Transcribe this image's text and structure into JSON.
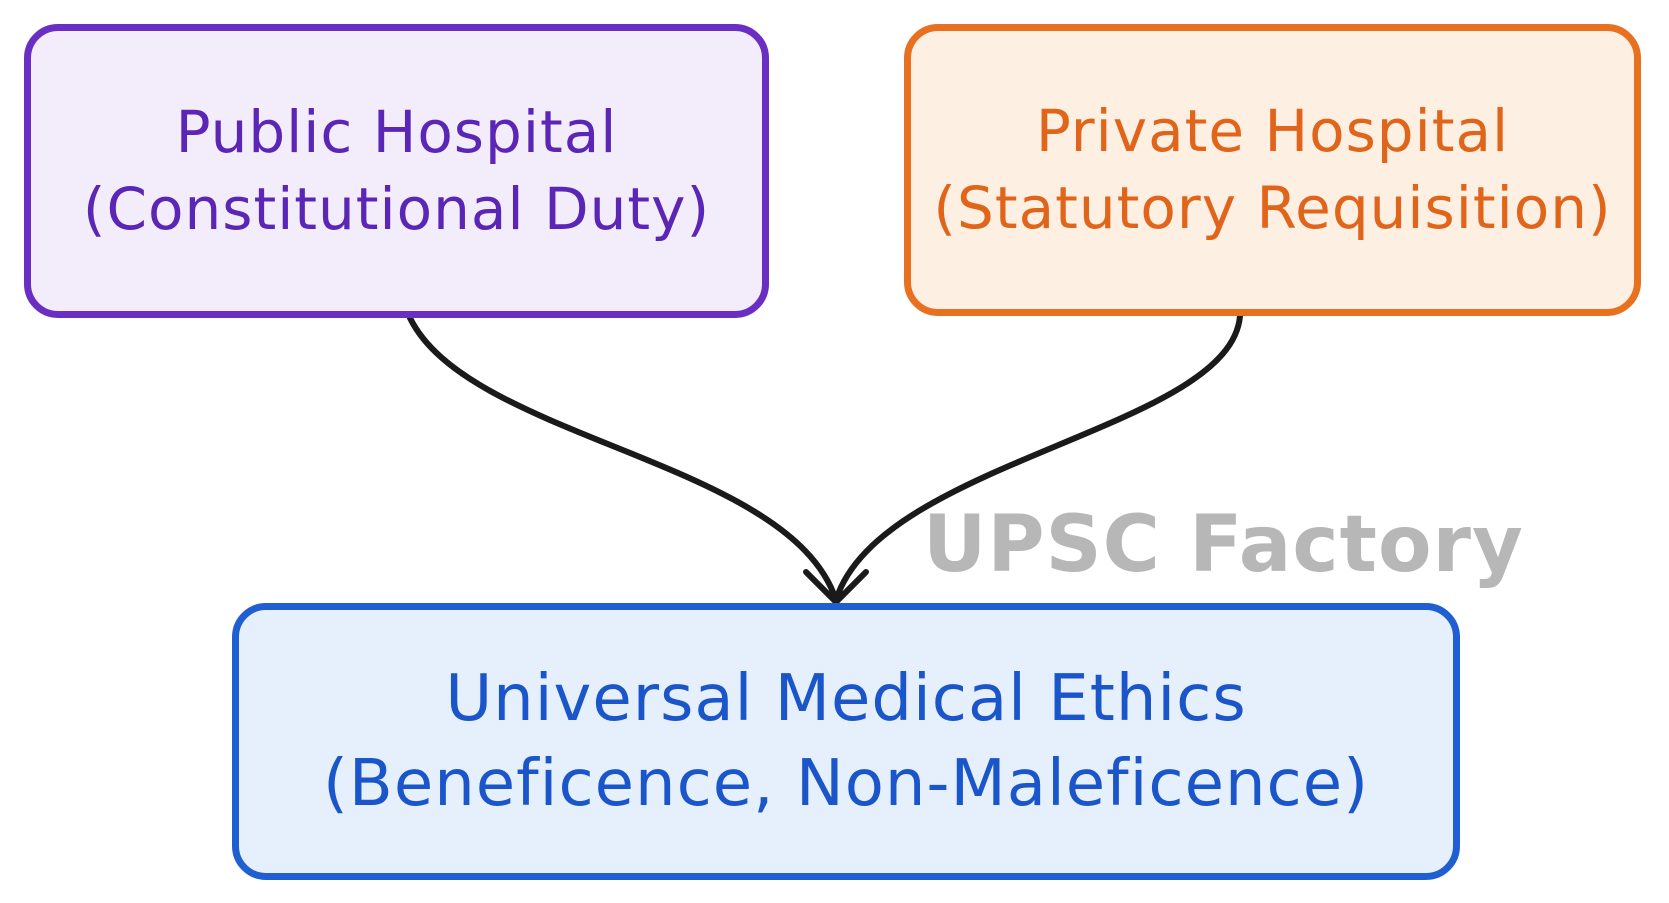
{
  "diagram": {
    "nodes": {
      "public_hospital": {
        "title": "Public Hospital",
        "subtitle": "(Constitutional Duty)"
      },
      "private_hospital": {
        "title": "Private Hospital",
        "subtitle": "(Statutory Requisition)"
      },
      "medical_ethics": {
        "title": "Universal Medical Ethics",
        "subtitle": "(Beneficence, Non-Maleficence)"
      }
    },
    "edges": [
      {
        "from": "public_hospital",
        "to": "medical_ethics"
      },
      {
        "from": "private_hospital",
        "to": "medical_ethics"
      }
    ],
    "watermark": "UPSC Factory"
  },
  "colors": {
    "public_border": "#6a2fc2",
    "public_fill": "#f2ecfb",
    "public_text": "#5b26b5",
    "private_border": "#e8711f",
    "private_fill": "#fdf0e3",
    "private_text": "#e0651a",
    "ethics_border": "#1f5fd1",
    "ethics_fill": "#e6f0fd",
    "ethics_text": "#1a56c9",
    "arrow": "#1a1a1a",
    "watermark": "#b7b7b7"
  }
}
